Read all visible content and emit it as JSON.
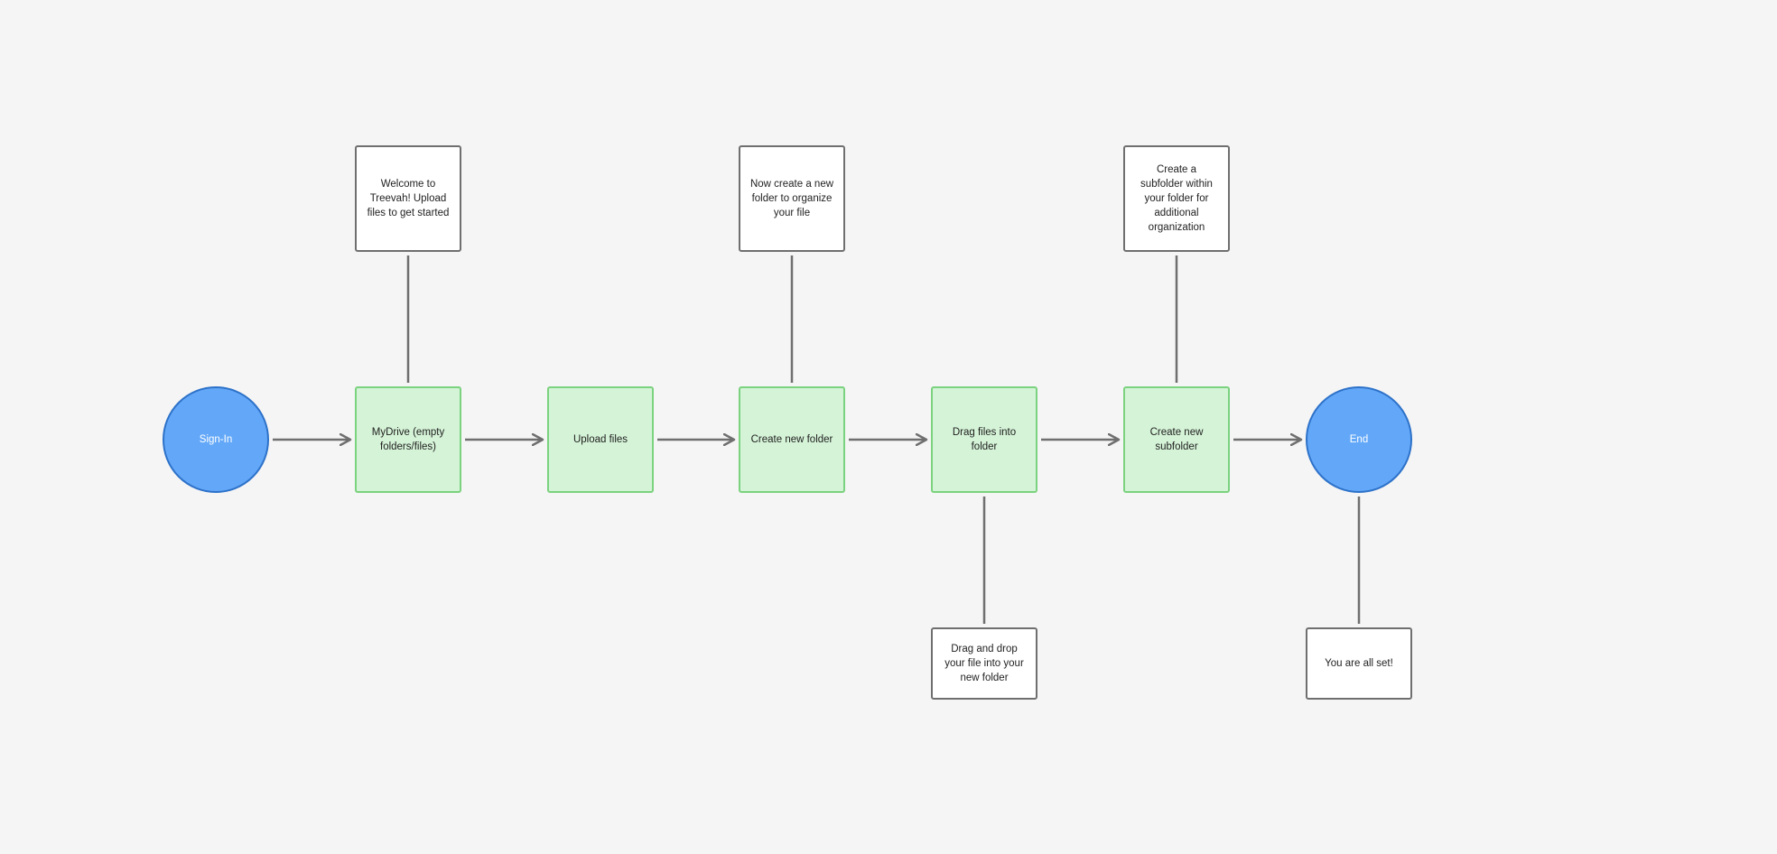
{
  "diagram": {
    "start": {
      "label": "Sign-In"
    },
    "steps": [
      {
        "label": "MyDrive (empty folders/files)"
      },
      {
        "label": "Upload files"
      },
      {
        "label": "Create new folder"
      },
      {
        "label": "Drag files into folder"
      },
      {
        "label": "Create new subfolder"
      }
    ],
    "end": {
      "label": "End"
    },
    "notes": [
      {
        "text": "Welcome to Treevah! Upload files to get started",
        "attached_to": "MyDrive (empty folders/files)"
      },
      {
        "text": "Now create a new folder to organize your file",
        "attached_to": "Create new folder"
      },
      {
        "text": "Create a subfolder within your folder for additional organization",
        "attached_to": "Create new subfolder"
      },
      {
        "text": "Drag and drop your file into your new folder",
        "attached_to": "Drag files into folder"
      },
      {
        "text": "You are all set!",
        "attached_to": "End"
      }
    ],
    "colors": {
      "background": "#f5f5f5",
      "terminal_fill": "#63a8f8",
      "terminal_border": "#2d72c9",
      "step_fill": "#d5f3d7",
      "step_border": "#7bd27f",
      "note_fill": "#ffffff",
      "note_border": "#6f6f6f",
      "connector": "#6f6f6f"
    }
  }
}
